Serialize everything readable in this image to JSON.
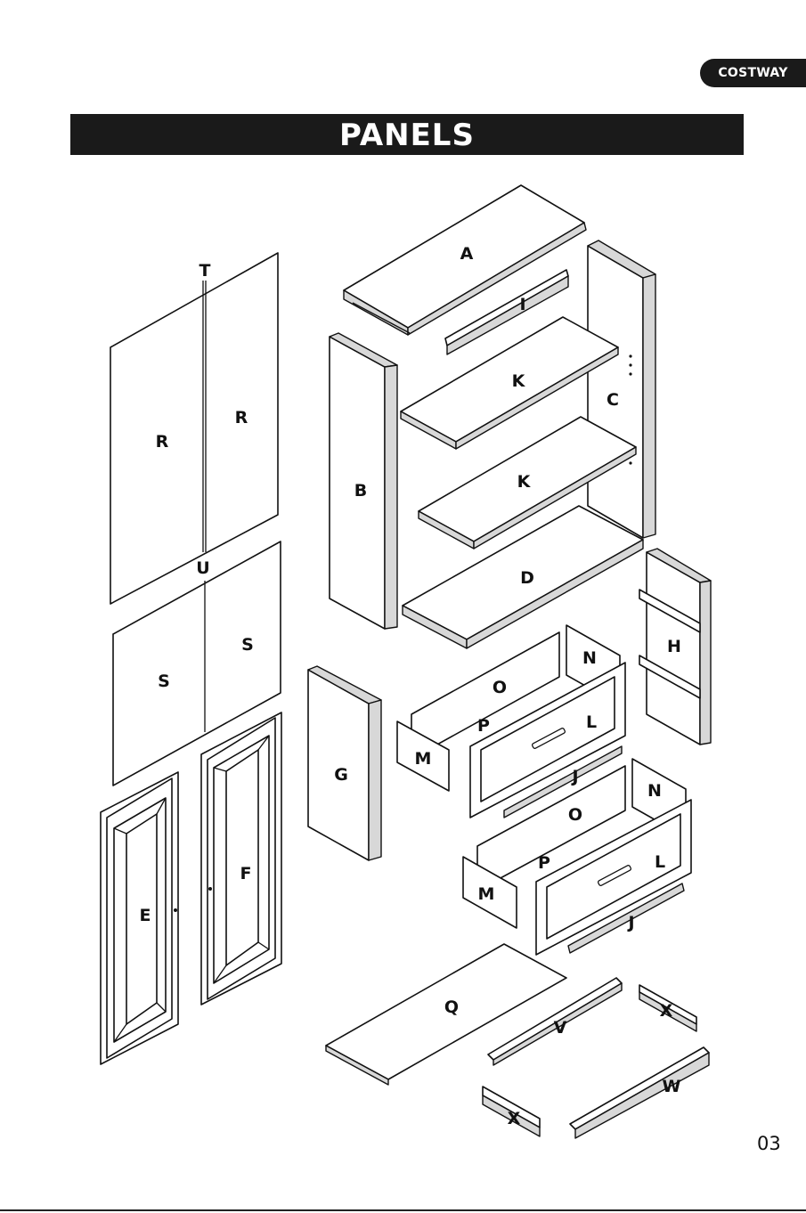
{
  "brand": "COSTWAY",
  "title": "PANELS",
  "page_number": "03",
  "parts": {
    "A": "A",
    "B": "B",
    "C": "C",
    "D": "D",
    "E": "E",
    "F": "F",
    "G": "G",
    "H": "H",
    "I": "I",
    "J": "J",
    "K": "K",
    "L": "L",
    "M": "M",
    "N": "N",
    "O": "O",
    "P": "P",
    "Q": "Q",
    "R": "R",
    "S": "S",
    "T": "T",
    "U": "U",
    "V": "V",
    "W": "W",
    "X": "X"
  }
}
